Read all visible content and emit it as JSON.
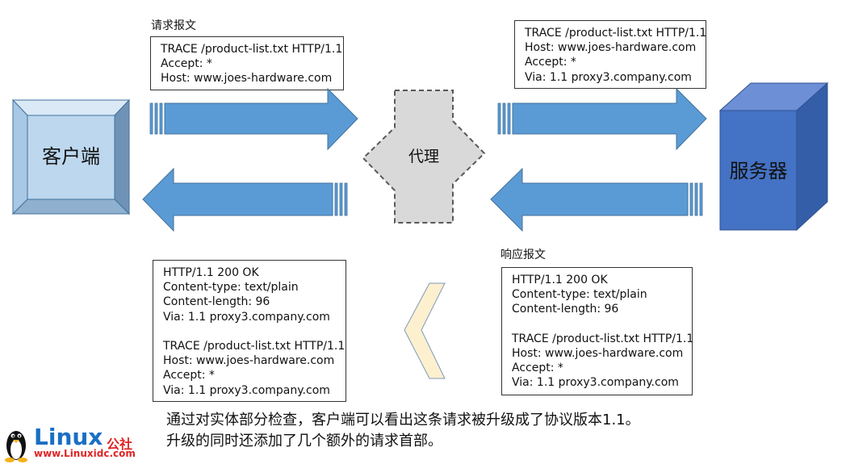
{
  "labels": {
    "request": "请求报文",
    "response": "响应报文"
  },
  "nodes": {
    "client": "客户端",
    "proxy": "代理",
    "server": "服务器"
  },
  "request_to_proxy": [
    "TRACE /product-list.txt HTTP/1.1",
    "Accept: *",
    "Host: www.joes-hardware.com"
  ],
  "request_to_server": [
    "TRACE /product-list.txt HTTP/1.1",
    "Host: www.joes-hardware.com",
    "Accept: *",
    "Via: 1.1 proxy3.company.com"
  ],
  "response_from_server": [
    "HTTP/1.1 200 OK",
    "Content-type: text/plain",
    "Content-length: 96",
    "",
    "TRACE /product-list.txt HTTP/1.1",
    "Host: www.joes-hardware.com",
    "Accept: *",
    "Via: 1.1 proxy3.company.com"
  ],
  "response_to_client": [
    "HTTP/1.1 200 OK",
    "Content-type: text/plain",
    "Content-length: 96",
    "Via: 1.1 proxy3.company.com",
    "",
    "TRACE /product-list.txt HTTP/1.1",
    "Host: www.joes-hardware.com",
    "Accept: *",
    "Via: 1.1 proxy3.company.com"
  ],
  "caption": [
    "通过对实体部分检查，客户端可以看出这条请求被升级成了协议版本1.1。",
    "升级的同时还添加了几个额外的请求首部。"
  ],
  "logo": {
    "word": "Linux",
    "suffix": "公社",
    "url": "www.Linuxidc.com"
  },
  "colors": {
    "arrow": "#5b9bd5",
    "arrow_stroke": "#41719c",
    "client_face": "#bdd7ee",
    "server_front": "#4472c4",
    "proxy_fill": "#d9d9d9",
    "chevron_fill": "#fdf0cf"
  }
}
